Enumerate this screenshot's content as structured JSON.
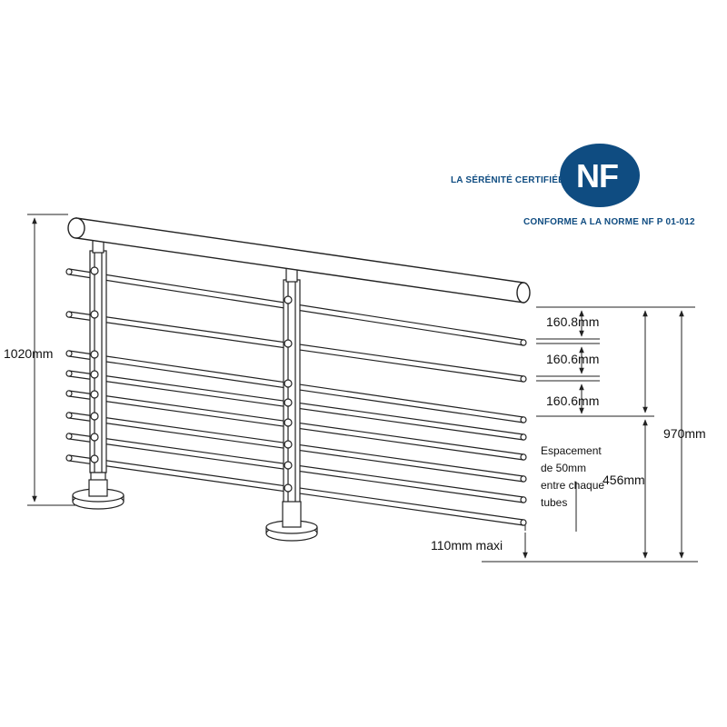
{
  "header": {
    "tagline": "LA SÉRÉNITÉ CERTIFIÉE",
    "nf_logo": "NF",
    "norm_text": "CONFORME A LA NORME NF  P 01-012"
  },
  "dimensions": {
    "overall_height": "1020mm",
    "spacing_top": "160.8mm",
    "spacing_mid": "160.6mm",
    "spacing_low": "160.6mm",
    "guard_height": "970mm",
    "lower_zone": "456mm",
    "bottom_gap": "110mm maxi",
    "spacing_note_lines": [
      "Espacement",
      "de 50mm",
      "entre chaque",
      "tubes"
    ]
  },
  "colors": {
    "logo_blue": "#0f4c81",
    "line": "#222222"
  }
}
